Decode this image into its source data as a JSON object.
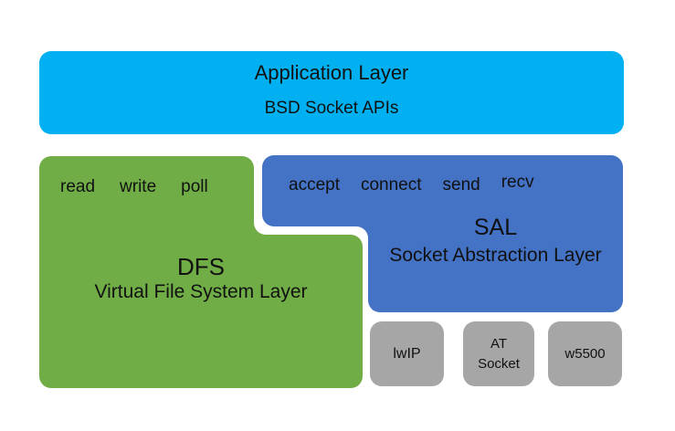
{
  "diagram": {
    "title_box": {
      "title": "Application Layer",
      "subtitle": "BSD Socket APIs"
    },
    "dfs_box": {
      "ops": [
        "read",
        "write",
        "poll"
      ],
      "acronym": "DFS",
      "name": "Virtual File System Layer"
    },
    "sal_box": {
      "ops": [
        "accept",
        "connect",
        "send",
        "recv"
      ],
      "acronym": "SAL",
      "name": "Socket Abstraction Layer"
    },
    "backend_boxes": [
      {
        "label": "lwIP"
      },
      {
        "label": "AT Socket"
      },
      {
        "label": "w5500"
      }
    ],
    "colors": {
      "app_layer": "#00B0F0",
      "dfs_layer": "#70AD47",
      "sal_layer": "#4472C4",
      "backend": "#A6A6A6",
      "text": "#111111",
      "background": "#FFFFFF"
    }
  }
}
